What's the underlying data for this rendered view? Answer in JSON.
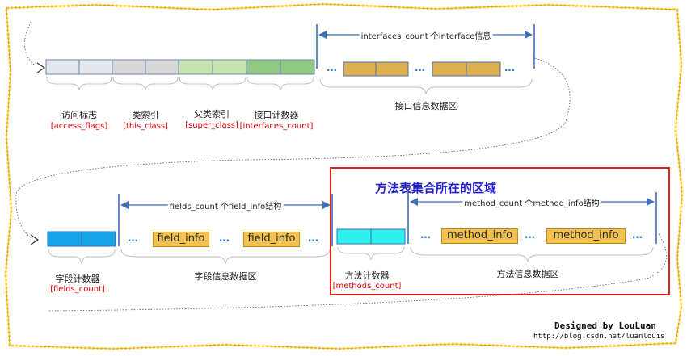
{
  "colors": {
    "access_flags": "#e6e8ee",
    "this_class": "#d8d8d8",
    "super_class": "#c6e4ad",
    "interfaces_count": "#92c883",
    "interface_item": "#dcb04e",
    "fields_count": "#19a3e8",
    "methods_count": "#2df2ef",
    "field_info": "#f2c14e",
    "method_info": "#f2c14e",
    "highlight": "#e01f1f"
  },
  "row1": {
    "access_flags": {
      "label": "访问标志",
      "sub": "[access_flags]"
    },
    "this_class": {
      "label": "类索引",
      "sub": "[this_class]"
    },
    "super_class": {
      "label": "父类索引",
      "sub": "[super_class]"
    },
    "interfaces_count": {
      "label": "接口计数器",
      "sub": "[interfaces_count]"
    },
    "interfaces_area": {
      "label": "接口信息数据区",
      "span": "interfaces_count 个interface信息"
    },
    "dots": "…"
  },
  "row2": {
    "fields_count": {
      "label": "字段计数器",
      "sub": "[fields_count]"
    },
    "fields_area": {
      "label": "字段信息数据区",
      "span": "fields_count 个field_info结构",
      "item": "field_info"
    },
    "methods_count": {
      "label": "方法计数器",
      "sub": "[methods_count]"
    },
    "methods_area": {
      "label": "方法信息数据区",
      "span": "method_count 个method_info结构",
      "item": "method_info"
    },
    "highlight_title": "方法表集合所在的区域",
    "dots": "…"
  },
  "credit": {
    "line1": "Designed by LouLuan",
    "line2": "http://blog.csdn.net/luanlouis"
  }
}
